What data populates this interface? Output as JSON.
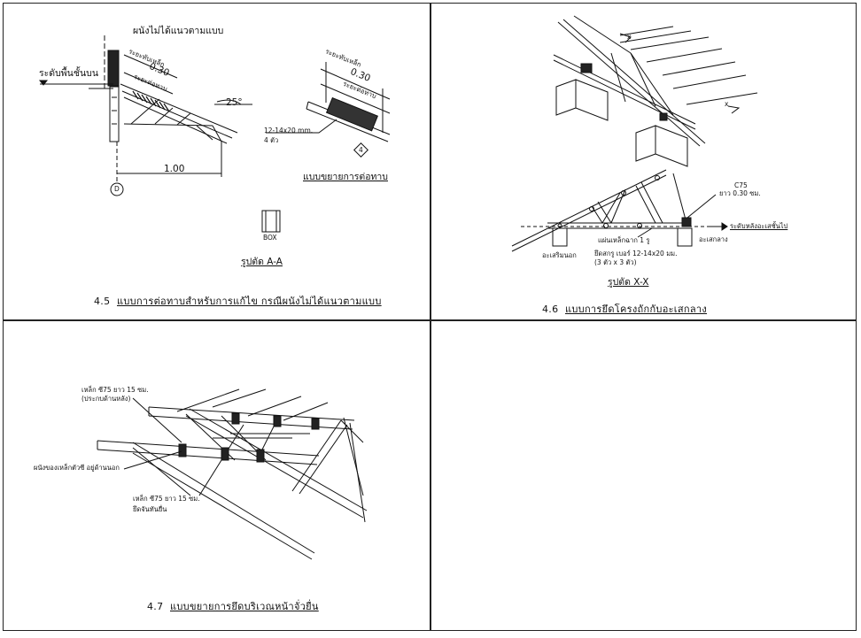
{
  "panels": {
    "p45": {
      "num": "4.5",
      "title": "แบบการต่อทาบสำหรับการแก้ไข กรณีผนังไม่ได้แนวตามแบบ",
      "section_title": "รูปตัด A-A",
      "detail_title": "แบบขยายการต่อทาบ",
      "wall_note": "ผนังไม่ได้แนวตามแบบ",
      "floor_level": "ระดับพื้นชั้นบน",
      "overlap_left": "ระยะทับเหล็ก",
      "overlap_left_value": "0.30",
      "splice_left": "ระยะต่อทาบ",
      "overlap_right": "ระยะทับเหล็ก",
      "overlap_right_value": "0.30",
      "splice_right": "ระยะต่อทาบ",
      "angle": "25°",
      "span": "1.00",
      "grid": "D",
      "weld_line1": "12-14x20 mm.",
      "weld_line2": "4 ตัว",
      "weld_tag": "4",
      "box_label": "BOX"
    },
    "p46": {
      "num": "4.6",
      "title": "แบบการยึดโครงถักกับอะเสกลาง",
      "section_title": "รูปตัด X-X",
      "cut_x1": "x",
      "cut_x2": "x",
      "c75": "C75",
      "c75_length": "ยาว 0.30 ซม.",
      "roof_level": "ระดับหลังอะเสชั้นไป",
      "center_plate": "อะเสกลาง",
      "steel_plate": "แผ่นเหล็กฉาก 1 รู",
      "bolt_line1": "ยึดสกรู เบอร์ 12-14x20 มม.",
      "bolt_line2": "(3 ตัว x 3 ตัว)",
      "outer_plate": "อะเสริมนอก"
    },
    "p47": {
      "num": "4.7",
      "title": "แบบขยายการยึดบริเวณหน้าจั่วยื่น",
      "note_top1": "เหล็ก ซี75 ยาว 15 ซม.",
      "note_top2": "(ประกบด้านหลัง)",
      "note_mid": "ผนังของเหล็กตัวซี อยู่ด้านนอก",
      "note_bot1": "เหล็ก ซี75 ยาว 15 ซม.",
      "note_bot2": "ยึดจันทันยื่น"
    }
  }
}
